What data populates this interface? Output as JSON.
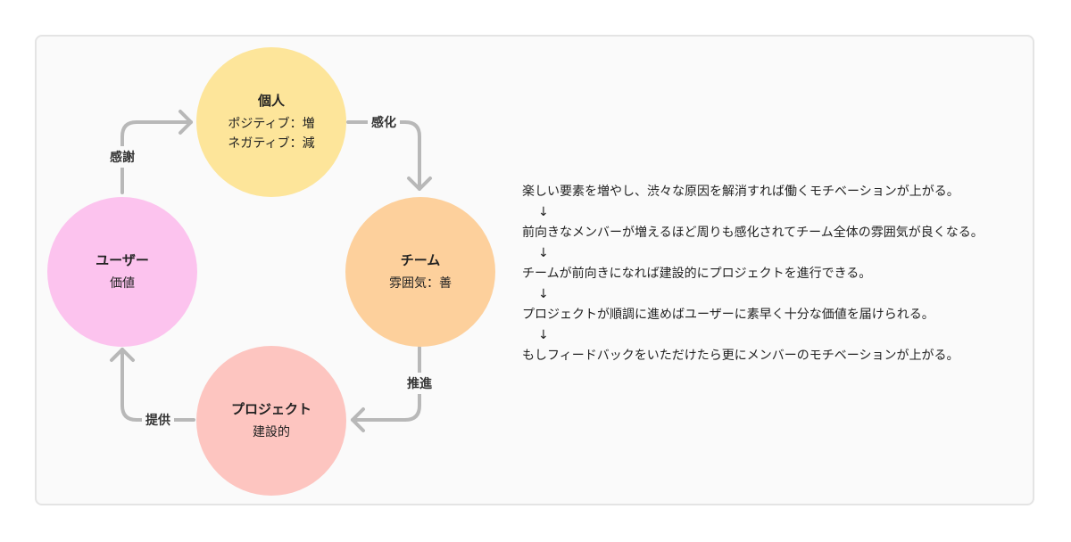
{
  "colors": {
    "kojin": "#fde59a",
    "team": "#fdd09c",
    "project": "#fdc5c0",
    "user": "#fcc3ee",
    "arrow": "#b8b8b8"
  },
  "nodes": {
    "kojin": {
      "title": "個人",
      "lines": [
        "ポジティブ：増",
        "ネガティブ：減"
      ]
    },
    "team": {
      "title": "チーム",
      "lines": [
        "雰囲気：善"
      ]
    },
    "project": {
      "title": "プロジェクト",
      "lines": [
        "建設的"
      ]
    },
    "user": {
      "title": "ユーザー",
      "lines": [
        "価値"
      ]
    }
  },
  "edges": {
    "kanka": "感化",
    "suishin": "推進",
    "teikyou": "提供",
    "kansha": "感謝"
  },
  "explanation": [
    "楽しい要素を増やし、渋々な原因を解消すれば働くモチベーションが上がる。",
    "↓",
    "前向きなメンバーが増えるほど周りも感化されてチーム全体の雰囲気が良くなる。",
    "↓",
    "チームが前向きになれば建設的にプロジェクトを進行できる。",
    "↓",
    "プロジェクトが順調に進めばユーザーに素早く十分な価値を届けられる。",
    "↓",
    "もしフィードバックをいただけたら更にメンバーのモチベーションが上がる。"
  ]
}
